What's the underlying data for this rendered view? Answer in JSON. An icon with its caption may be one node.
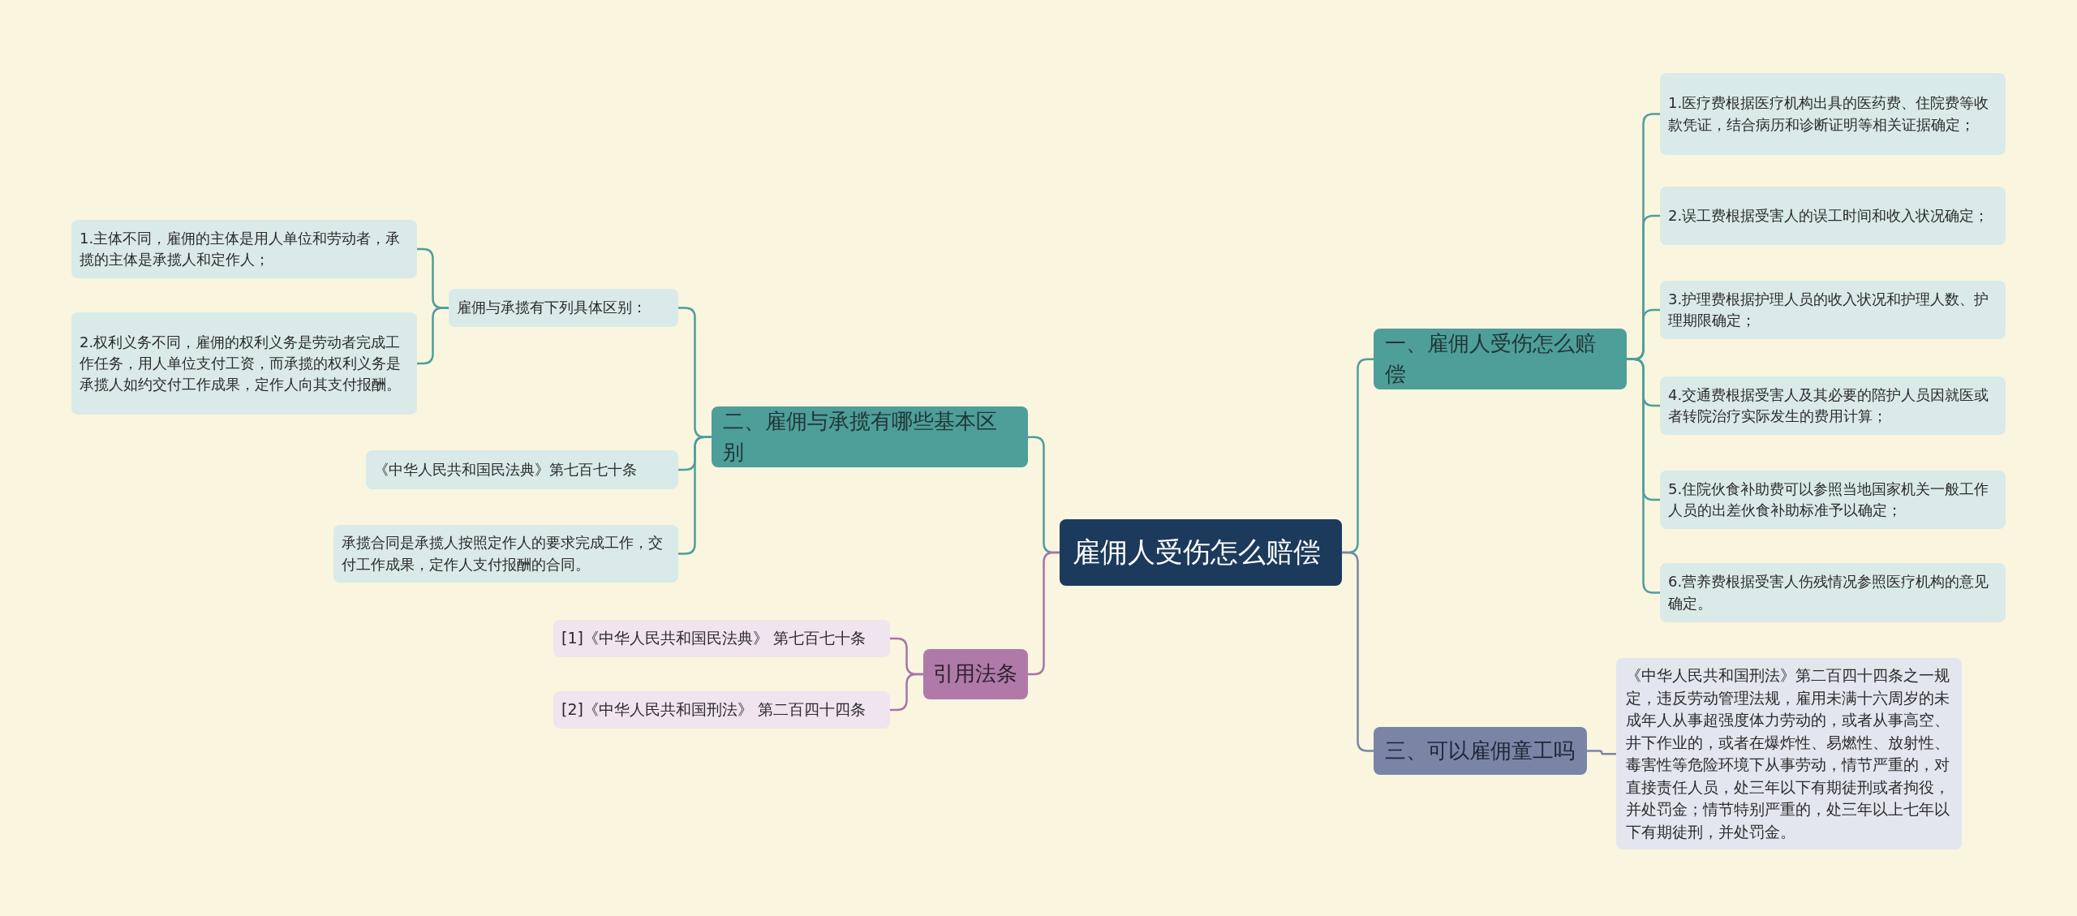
{
  "diagram": {
    "nodes": [
      {
        "text": [
          "雇佣人受伤怎么赔偿"
        ]
      },
      {
        "text": [
          "一、雇佣人受伤怎么赔偿"
        ]
      },
      {
        "text": [
          "1.医疗费根据医疗机构出具的医药费、住院费等收款凭证，结合病历和诊断证明等相关证据确定；"
        ]
      },
      {
        "text": [
          "2.误工费根据受害人的误工时间和收入状况确定；"
        ]
      },
      {
        "text": [
          "3.护理费根据护理人员的收入状况和护理人数、护理期限确定；"
        ]
      },
      {
        "text": [
          "4.交通费根据受害人及其必要的陪护人员因就医或者转院治疗实际发生的费用计算；"
        ]
      },
      {
        "text": [
          "5.住院伙食补助费可以参照当地国家机关一般工作人员的出差伙食补助标准予以确定；"
        ]
      },
      {
        "text": [
          "6.营养费根据受害人伤残情况参照医疗机构的意见确定。"
        ]
      },
      {
        "text": [
          "二、雇佣与承揽有哪些基本区别"
        ]
      },
      {
        "text": [
          "雇佣与承揽有下列具体区别："
        ]
      },
      {
        "text": [
          "1.主体不同，雇佣的主体是用人单位和劳动者，承揽的主体是承揽人和定作人；"
        ]
      },
      {
        "text": [
          "2.权利义务不同，雇佣的权利义务是劳动者完成工作任务，用人单位支付工资，而承揽的权利义务是承揽人如约交付工作成果，定作人向其支付报酬。"
        ]
      },
      {
        "text": [
          "《中华人民共和国民法典》第七百七十条"
        ]
      },
      {
        "text": [
          "承揽合同是承揽人按照定作人的要求完成工作，交付工作成果，定作人支付报酬的合同。"
        ]
      },
      {
        "text": [
          "三、可以雇佣童工吗"
        ]
      },
      {
        "text": [
          "《中华人民共和国刑法》第二百四十四条之一规定，违反劳动管理法规，雇用未满十六周岁的未成年人从事超强度体力劳动的，或者从事高空、井下作业的，或者在爆炸性、易燃性、放射性、毒害性等危险环境下从事劳动，情节严重的，对直接责任人员，处三年以下有期徒刑或者拘役，并处罚金；情节特别严重的，处三年以上七年以下有期徒刑，并处罚金。"
        ]
      },
      {
        "text": [
          "引用法条"
        ]
      },
      {
        "text": [
          "[1]《中华人民共和国民法典》 第七百七十条"
        ]
      },
      {
        "text": [
          "[2]《中华人民共和国刑法》 第二百四十四条"
        ]
      }
    ],
    "edges": [
      {
        "from": 0,
        "to": 1,
        "arrow": "none"
      },
      {
        "from": 1,
        "to": 2,
        "arrow": "none"
      },
      {
        "from": 1,
        "to": 3,
        "arrow": "none"
      },
      {
        "from": 1,
        "to": 4,
        "arrow": "none"
      },
      {
        "from": 1,
        "to": 5,
        "arrow": "none"
      },
      {
        "from": 1,
        "to": 6,
        "arrow": "none"
      },
      {
        "from": 1,
        "to": 7,
        "arrow": "none"
      },
      {
        "from": 0,
        "to": 8,
        "arrow": "none"
      },
      {
        "from": 8,
        "to": 9,
        "arrow": "none"
      },
      {
        "from": 9,
        "to": 10,
        "arrow": "none"
      },
      {
        "from": 9,
        "to": 11,
        "arrow": "none"
      },
      {
        "from": 8,
        "to": 12,
        "arrow": "none"
      },
      {
        "from": 8,
        "to": 13,
        "arrow": "none"
      },
      {
        "from": 0,
        "to": 14,
        "arrow": "none",
        "color": "#7a85a6"
      },
      {
        "from": 14,
        "to": 15,
        "arrow": "none",
        "color": "#7a85a6"
      },
      {
        "from": 0,
        "to": 16,
        "arrow": "none",
        "color": "#a673a6"
      },
      {
        "from": 16,
        "to": 17,
        "arrow": "none",
        "color": "#a673a6"
      },
      {
        "from": 16,
        "to": 18,
        "arrow": "none",
        "color": "#a673a6"
      }
    ]
  }
}
